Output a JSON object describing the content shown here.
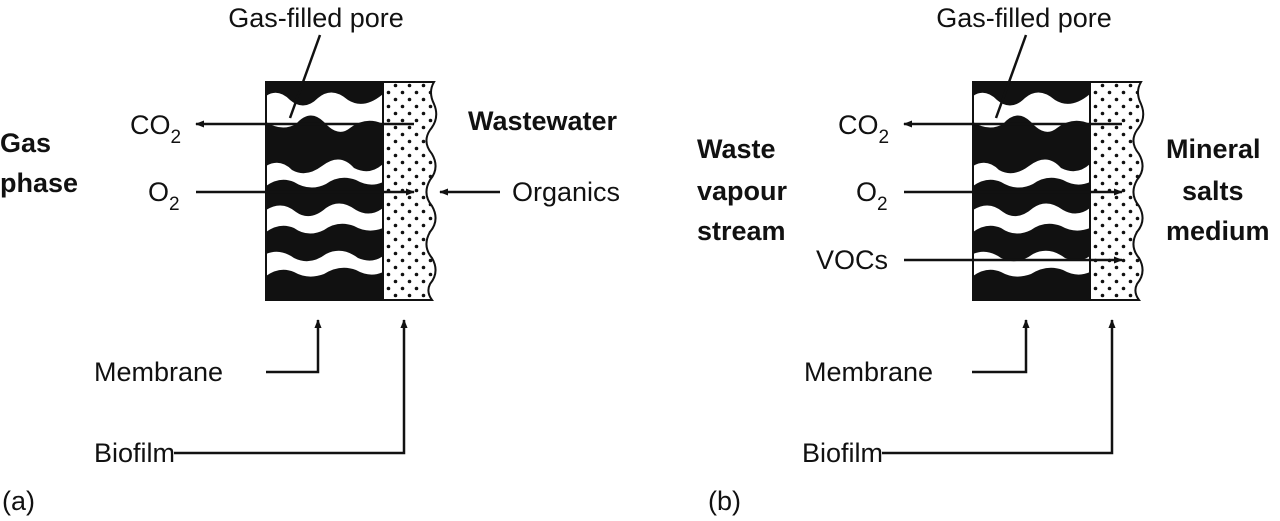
{
  "panel_a": {
    "tag": "(a)",
    "pore_label": "Gas-filled pore",
    "left_phase": [
      "Gas",
      "phase"
    ],
    "right_phase": [
      "Wastewater"
    ],
    "co2": "CO",
    "co2_sub": "2",
    "o2": "O",
    "o2_sub": "2",
    "organics": "Organics",
    "membrane": "Membrane",
    "biofilm": "Biofilm"
  },
  "panel_b": {
    "tag": "(b)",
    "pore_label": "Gas-filled pore",
    "left_phase": [
      "Waste",
      "vapour",
      "stream"
    ],
    "right_phase": [
      "Mineral",
      "salts",
      "medium"
    ],
    "co2": "CO",
    "co2_sub": "2",
    "o2": "O",
    "o2_sub": "2",
    "vocs": "VOCs",
    "membrane": "Membrane",
    "biofilm": "Biofilm"
  },
  "colors": {
    "ink": "#111111",
    "background": "#ffffff"
  }
}
